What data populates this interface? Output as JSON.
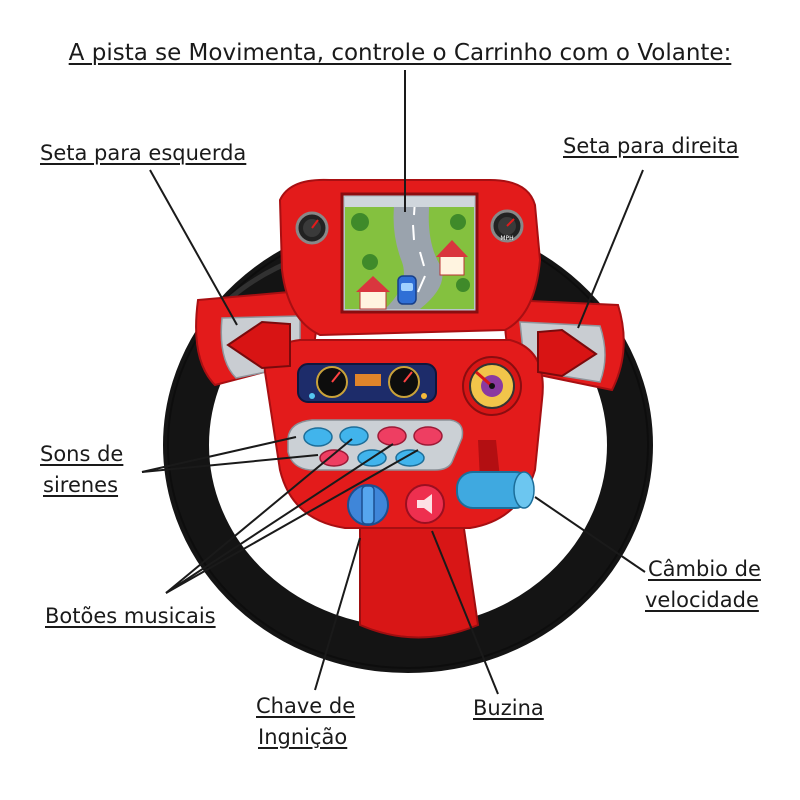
{
  "title": "A pista se Movimenta, controle o Carrinho com o Volante:",
  "labels": {
    "left_arrow": "Seta para esquerda",
    "right_arrow": "Seta para direita",
    "sirens_line1": "Sons de",
    "sirens_line2": "sirenes",
    "musical_buttons": "Botões musicais",
    "gear_line1": "Câmbio de",
    "gear_line2": "velocidade",
    "ignition_line1": "Chave de",
    "ignition_line2": "Ingnição",
    "horn": "Buzina"
  },
  "gauge_text": {
    "mph": "MPH"
  },
  "colors": {
    "wheel_black": "#141414",
    "toy_red": "#e31b1b",
    "toy_red_dark": "#a80f12",
    "silver": "#c9cdd2",
    "blue_button": "#41b4ec",
    "pink_button": "#ee3e62",
    "gear_blue": "#3fa9e0",
    "road_grey": "#9aa3ad",
    "grass": "#84c13f"
  }
}
